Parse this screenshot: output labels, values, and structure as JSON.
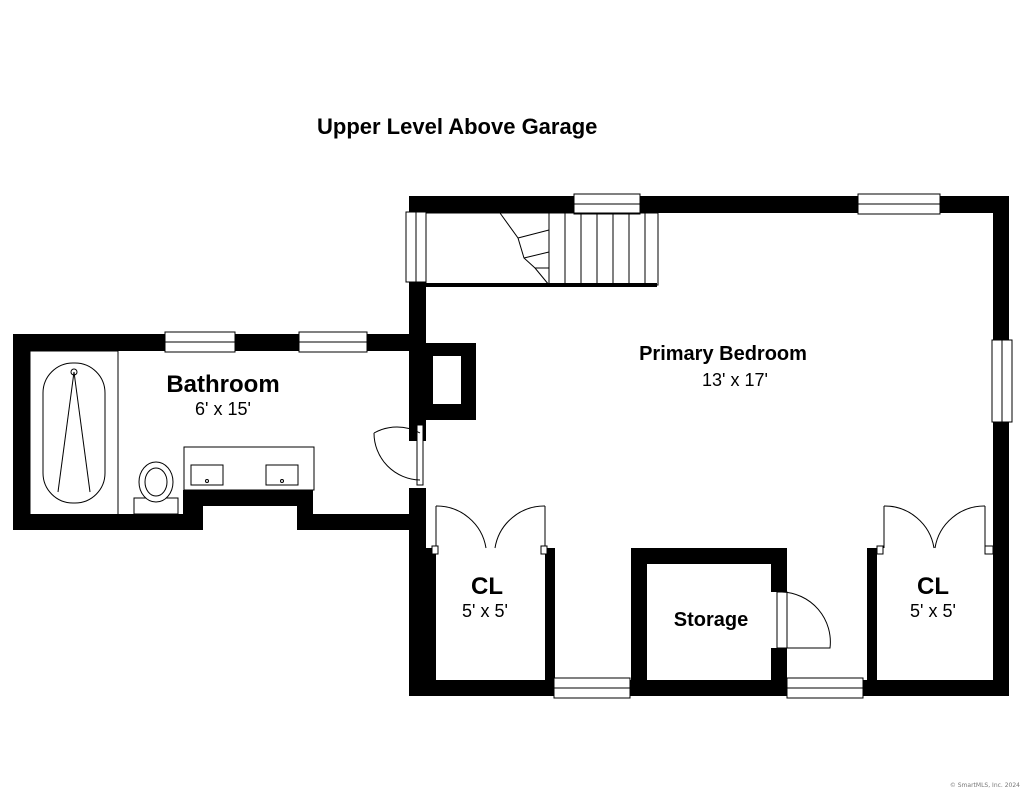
{
  "title": "Upper Level Above Garage",
  "rooms": {
    "primary_bedroom": {
      "name": "Primary Bedroom",
      "size": "13' x 17'"
    },
    "bathroom": {
      "name": "Bathroom",
      "size": "6' x 15'"
    },
    "closet_left": {
      "name": "CL",
      "size": "5' x 5'"
    },
    "closet_right": {
      "name": "CL",
      "size": "5' x 5'"
    },
    "storage": {
      "name": "Storage"
    }
  },
  "copyright": "© SmartMLS, Inc. 2024"
}
